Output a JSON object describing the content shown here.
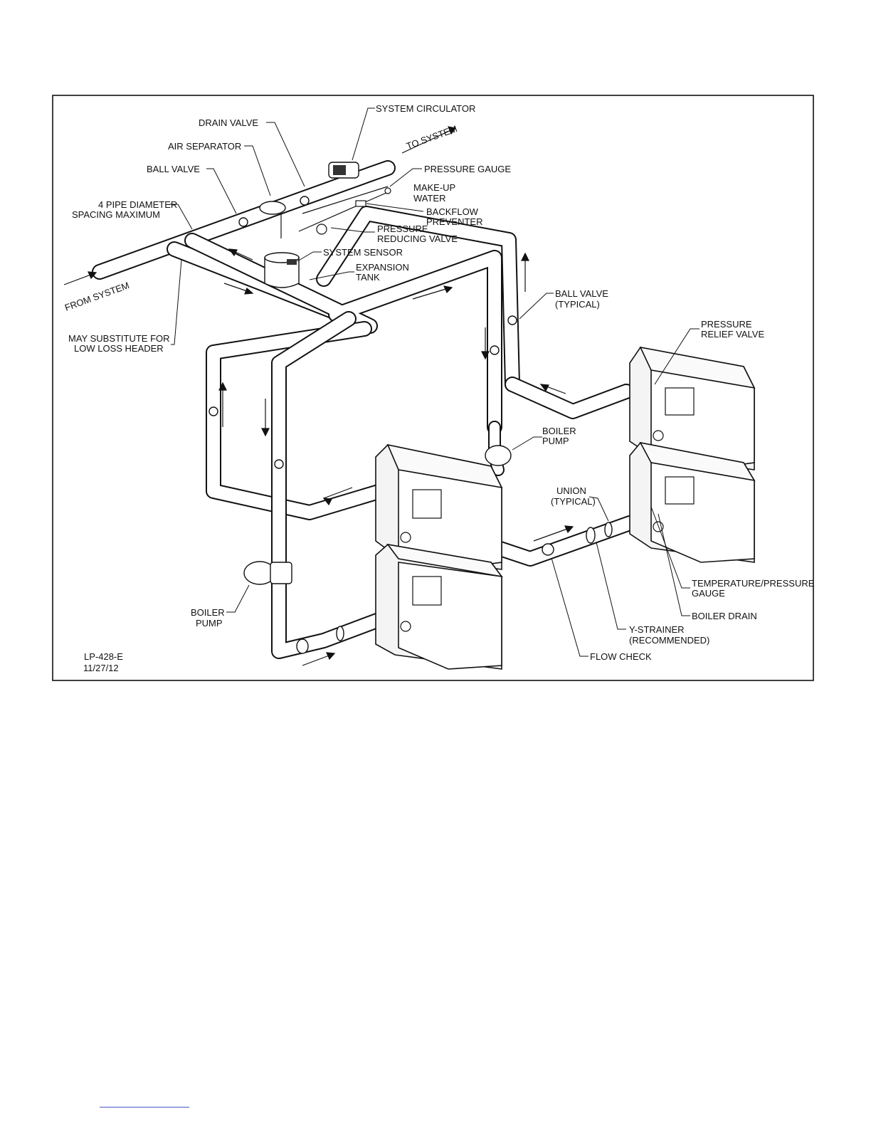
{
  "labels": {
    "system_circulator": "SYSTEM CIRCULATOR",
    "drain_valve": "DRAIN VALVE",
    "to_system": "TO SYSTEM",
    "air_separator": "AIR SEPARATOR",
    "pressure_gauge": "PRESSURE GAUGE",
    "ball_valve": "BALL VALVE",
    "make_up_water_1": "MAKE-UP",
    "make_up_water_2": "WATER",
    "pipe_spacing_1": "4 PIPE DIAMETER",
    "pipe_spacing_2": "SPACING MAXIMUM",
    "backflow_preventer_1": "BACKFLOW",
    "backflow_preventer_2": "PREVENTER",
    "pressure_reducing_valve_1": "PRESSURE",
    "pressure_reducing_valve_2": "REDUCING VALVE",
    "system_sensor": "SYSTEM SENSOR",
    "expansion_tank_1": "EXPANSION",
    "expansion_tank_2": "TANK",
    "from_system": "FROM SYSTEM",
    "ball_valve_typical_1": "BALL VALVE",
    "ball_valve_typical_2": "(TYPICAL)",
    "low_loss_header_1": "MAY SUBSTITUTE FOR",
    "low_loss_header_2": "LOW LOSS HEADER",
    "pressure_relief_valve_1": "PRESSURE",
    "pressure_relief_valve_2": "RELIEF VALVE",
    "boiler_pump_upper_1": "BOILER",
    "boiler_pump_upper_2": "PUMP",
    "union_1": "UNION",
    "union_2": "(TYPICAL)",
    "temp_pressure_gauge_1": "TEMPERATURE/PRESSURE",
    "temp_pressure_gauge_2": "GAUGE",
    "boiler_pump_lower_1": "BOILER",
    "boiler_pump_lower_2": "PUMP",
    "boiler_drain": "BOILER DRAIN",
    "y_strainer_1": "Y-STRAINER",
    "y_strainer_2": "(RECOMMENDED)",
    "flow_check": "FLOW CHECK",
    "drawing_number": "LP-428-E",
    "drawing_date": "11/27/12"
  },
  "colors": {
    "line": "#111111",
    "paper": "#ffffff",
    "footer_rule": "#4a56c8"
  }
}
